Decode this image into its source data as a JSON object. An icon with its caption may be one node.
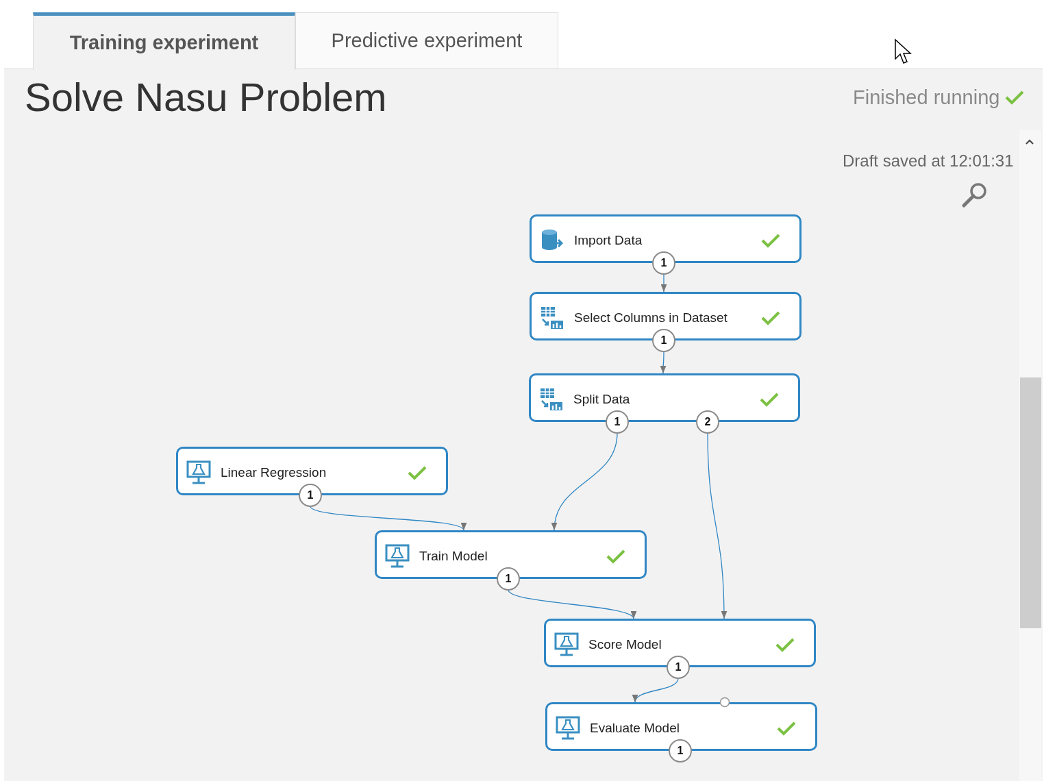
{
  "diagram": {
    "title": "Solve Nasu Problem",
    "nodes": [
      {
        "text": [
          "Import Data"
        ]
      },
      {
        "text": [
          "1"
        ],
        "in": 0
      },
      {
        "text": [
          "Select Columns in Dataset"
        ]
      },
      {
        "text": [
          "1"
        ],
        "in": 2
      },
      {
        "text": [
          "Split Data"
        ]
      },
      {
        "text": [
          "1"
        ],
        "in": 4
      },
      {
        "text": [
          "2"
        ],
        "in": 4
      },
      {
        "text": [
          "Linear Regression"
        ]
      },
      {
        "text": [
          "1"
        ],
        "in": 7
      },
      {
        "text": [
          "Train Model"
        ]
      },
      {
        "text": [
          "1"
        ],
        "in": 9
      },
      {
        "text": [
          "Score Model"
        ]
      },
      {
        "text": [
          "1"
        ],
        "in": 11
      },
      {
        "text": [
          "Evaluate Model"
        ]
      },
      {
        "text": [
          "1"
        ],
        "in": 13
      }
    ],
    "edges": [
      {
        "from": 1,
        "to": 2,
        "arrow": "to"
      },
      {
        "from": 3,
        "to": 4,
        "arrow": "to"
      },
      {
        "from": 8,
        "to": 9,
        "arrow": "to"
      },
      {
        "from": 5,
        "to": 9,
        "arrow": "to"
      },
      {
        "from": 10,
        "to": 11,
        "arrow": "to"
      },
      {
        "from": 6,
        "to": 11,
        "arrow": "to"
      },
      {
        "from": 12,
        "to": 13,
        "arrow": "to"
      }
    ],
    "labels": [
      "Training experiment",
      "Predictive experiment",
      "Finished running",
      "Draft saved at 12:01:31"
    ]
  }
}
